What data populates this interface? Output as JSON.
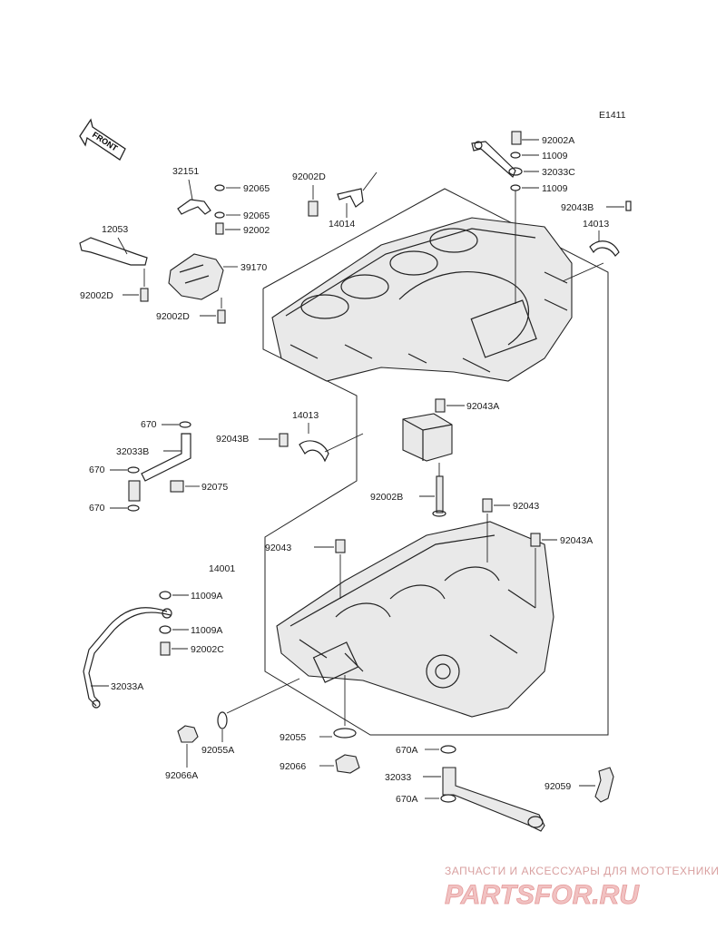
{
  "diagram_code": "E1411",
  "front_label": "FRONT",
  "watermark": {
    "line1": "ЗАПЧАСТИ И АКСЕССУАРЫ ДЛЯ МОТОТЕХНИКИ",
    "line2": "PARTSFOR.RU"
  },
  "parts": {
    "p92002A": "92002A",
    "p11009_top": "11009",
    "p32033C": "32033C",
    "p11009_mid": "11009",
    "p92043B_right": "92043B",
    "p14013_right": "14013",
    "p92002D_top": "92002D",
    "p14014": "14014",
    "p32151": "32151",
    "p92065_a": "92065",
    "p92065_b": "92065",
    "p92002": "92002",
    "p12053": "12053",
    "p39170": "39170",
    "p92002D_left": "92002D",
    "p92002D_mid": "92002D",
    "p670_a": "670",
    "p32033B": "32033B",
    "p670_b": "670",
    "p92075": "92075",
    "p670_c": "670",
    "p92043B_mid": "92043B",
    "p14013_mid": "14013",
    "p92043A_top": "92043A",
    "p92002B": "92002B",
    "p92043_r": "92043",
    "p92043_l": "92043",
    "p92043A_r": "92043A",
    "p14001": "14001",
    "p11009A_a": "11009A",
    "p11009A_b": "11009A",
    "p92002C": "92002C",
    "p32033A": "32033A",
    "p92055": "92055",
    "p92055A": "92055A",
    "p92066A": "92066A",
    "p92066": "92066",
    "p670A_a": "670A",
    "p32033": "32033",
    "p670A_b": "670A",
    "p92059": "92059"
  }
}
